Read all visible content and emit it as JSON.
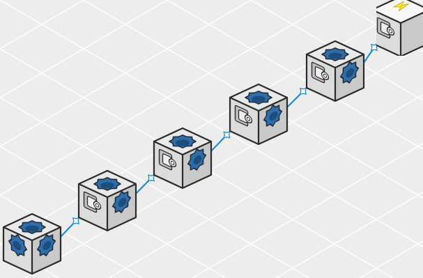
{
  "scene": {
    "type": "isometric block chain",
    "background_color": "#ededed",
    "grid_color": "#ffffff",
    "wire_color": "#1b8fd6",
    "accent_hole_color": "#2f6ea8",
    "power_bolt_color": "#ffe53b"
  },
  "blocks": [
    {
      "kind": "sensor-block",
      "icon": "hole-block-icon"
    },
    {
      "kind": "sensor-block",
      "icon": "hole-block-icon"
    },
    {
      "kind": "sensor-block",
      "icon": "hole-block-icon"
    },
    {
      "kind": "sensor-block",
      "icon": "hole-block-icon"
    },
    {
      "kind": "sensor-block",
      "icon": "hole-block-icon"
    },
    {
      "kind": "power-block",
      "icon": "lightning-bolt-icon"
    }
  ],
  "connections": [
    {
      "from": 0,
      "to": 1
    },
    {
      "from": 1,
      "to": 2
    },
    {
      "from": 2,
      "to": 3
    },
    {
      "from": 3,
      "to": 4
    },
    {
      "from": 4,
      "to": 5
    }
  ]
}
